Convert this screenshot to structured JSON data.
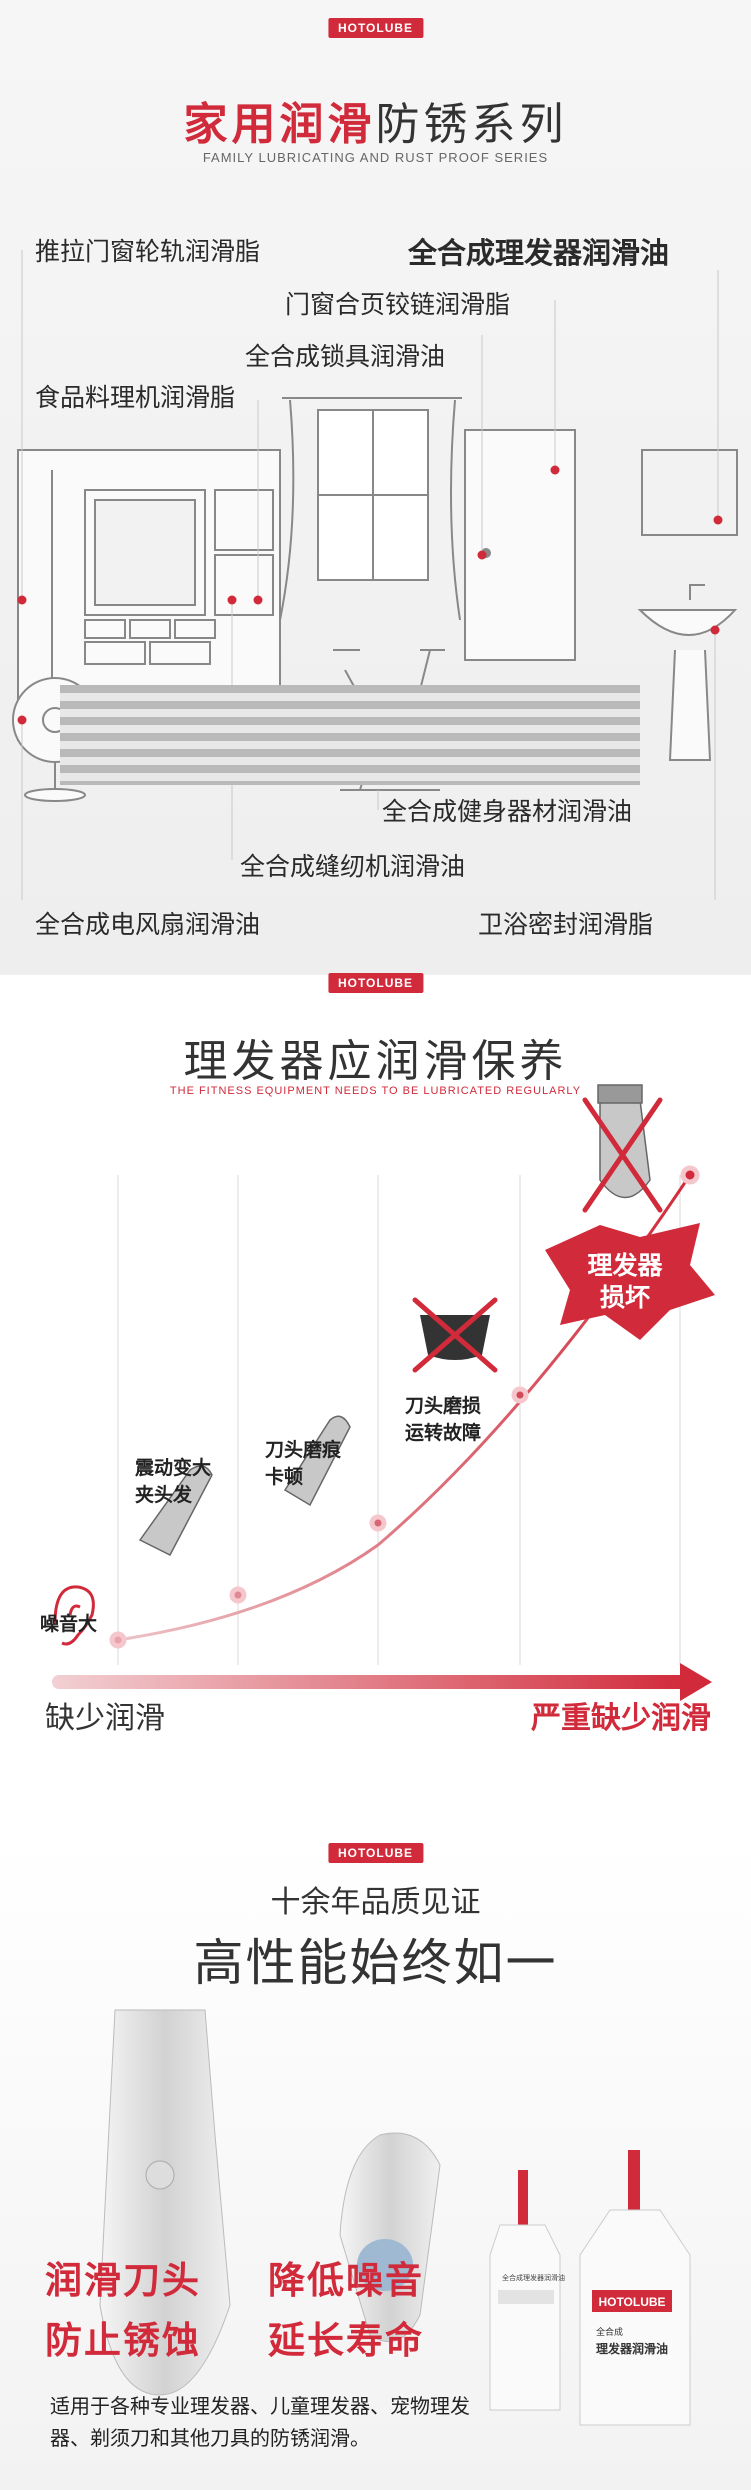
{
  "brand": "HOTOLUBE",
  "section1": {
    "title_red": "家用润滑",
    "title_rest": "防锈系列",
    "subtitle": "FAMILY LUBRICATING AND RUST PROOF SERIES",
    "labels": [
      "推拉门窗轮轨润滑脂",
      "全合成理发器润滑油",
      "门窗合页铰链润滑脂",
      "全合成锁具润滑油",
      "食品料理机润滑脂",
      "全合成健身器材润滑油",
      "全合成缝纫机润滑油",
      "全合成电风扇润滑油",
      "卫浴密封润滑脂"
    ]
  },
  "section2": {
    "title": "理发器应润滑保养",
    "subtitle": "THE FITNESS EQUIPMENT NEEDS TO BE LUBRICATED REGULARLY",
    "stages": [
      "噪音大",
      "震动变大\n夹头发",
      "刀头磨痕\n卡顿",
      "刀头磨损\n运转故障"
    ],
    "damage": "理发器\n损坏",
    "axis_left": "缺少润滑",
    "axis_right": "严重缺少润滑"
  },
  "section3": {
    "line1": "十余年品质见证",
    "line2": "高性能始终如一",
    "features": [
      "润滑刀头",
      "降低噪音",
      "防止锈蚀",
      "延长寿命"
    ],
    "description": "适用于各种专业理发器、儿童理发器、宠物理发器、剃须刀和其他刀具的防锈润滑。",
    "bottle_small_label": "全合成理发器润滑油",
    "bottle_large_line1": "全合成",
    "bottle_large_line2": "理发器润滑油"
  },
  "colors": {
    "accent": "#d12a3a"
  }
}
